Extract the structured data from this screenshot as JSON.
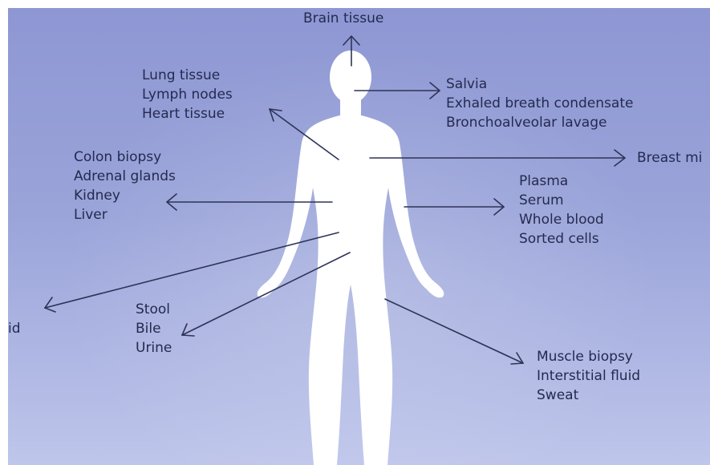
{
  "labels": {
    "brain": "Brain tissue",
    "lung": [
      "Lung tissue",
      "Lymph nodes",
      "Heart tissue"
    ],
    "head": [
      "Salvia",
      "Exhaled breath condensate",
      "Bronchoalveolar lavage"
    ],
    "breast": "Breast mi",
    "abdomen": [
      "Colon biopsy",
      "Adrenal glands",
      "Kidney",
      "Liver"
    ],
    "blood": [
      "Plasma",
      "Serum",
      "Whole blood",
      "Sorted cells"
    ],
    "fluid": "id",
    "excreta": [
      "Stool",
      "Bile",
      "Urine"
    ],
    "muscle": [
      "Muscle biopsy",
      "Interstitial fluid",
      "Sweat"
    ]
  },
  "colors": {
    "background_top": "#8e97d3",
    "background_bottom": "#bfc6eb",
    "text": "#242a4f",
    "arrow": "#2e3357",
    "silhouette": "#ffffff"
  }
}
